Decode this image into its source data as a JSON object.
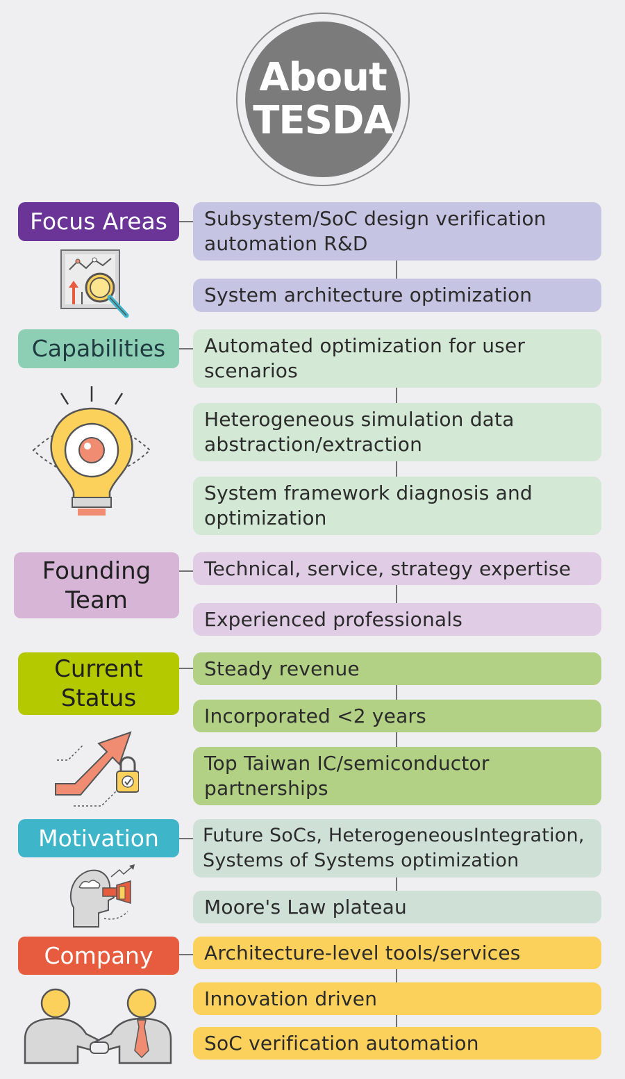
{
  "header": {
    "line1": "About",
    "line2": "TESDA"
  },
  "sections": [
    {
      "label": "Focus Areas",
      "color": "#6a3596",
      "text_color": "#ffffff",
      "box_color": "#c5c5e3",
      "icon": "chart-magnifier-icon",
      "items": [
        "Subsystem/SoC design verification automation R&D",
        "System architecture optimization"
      ]
    },
    {
      "label": "Capabilities",
      "color": "#8dcfb4",
      "text_color": "#1f3b40",
      "box_color": "#d3e8d5",
      "icon": "lightbulb-eye-icon",
      "items": [
        "Automated optimization for user scenarios",
        "Heterogeneous simulation data abstraction/extraction",
        "System framework diagnosis and optimization"
      ]
    },
    {
      "label": "Founding Team",
      "color": "#d7b5d6",
      "text_color": "#1f1f1f",
      "box_color": "#e0cde5",
      "icon": "",
      "items": [
        "Technical, service, strategy expertise",
        "Experienced professionals"
      ]
    },
    {
      "label": "Current Status",
      "color": "#b5c900",
      "text_color": "#1f1f1f",
      "box_color": "#b2d185",
      "icon": "growth-arrow-lock-icon",
      "items": [
        "Steady revenue",
        "Incorporated <2 years",
        "Top Taiwan IC/semiconductor partnerships"
      ]
    },
    {
      "label": "Motivation",
      "color": "#3fb5c9",
      "text_color": "#ffffff",
      "box_color": "#cfe0d6",
      "icon": "head-telescope-icon",
      "items": [
        "Future SoCs, HeterogeneousIntegration, Systems of Systems optimization",
        "Moore's Law plateau"
      ]
    },
    {
      "label": "Company",
      "color": "#e75b3f",
      "text_color": "#ffffff",
      "box_color": "#fbd05b",
      "icon": "handshake-icon",
      "items": [
        "Architecture-level tools/services",
        "Innovation driven",
        "SoC verification automation"
      ]
    }
  ]
}
